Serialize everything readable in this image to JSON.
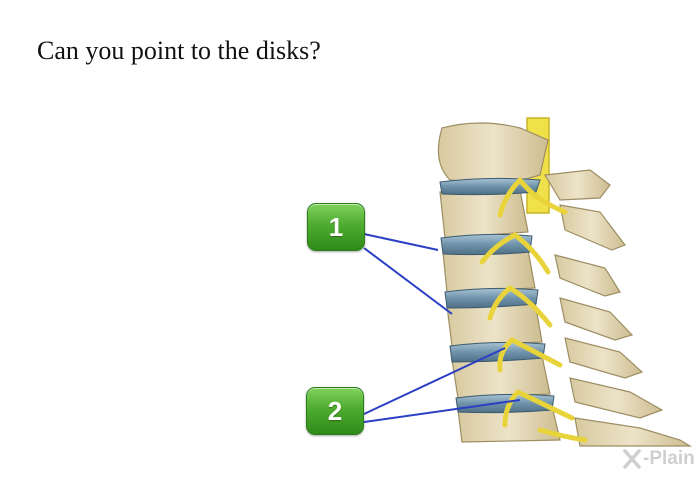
{
  "question": "Can you point to the disks?",
  "labels": [
    {
      "number": "1"
    },
    {
      "number": "2"
    }
  ],
  "brand": {
    "mark": "X",
    "text": "-Plain"
  },
  "colors": {
    "label_green": "#4eac2f",
    "pointer_line": "#2a3fc4",
    "bone": "#e6dcbf",
    "disk": "#7d9fb4",
    "nerve": "#f0e04a"
  }
}
